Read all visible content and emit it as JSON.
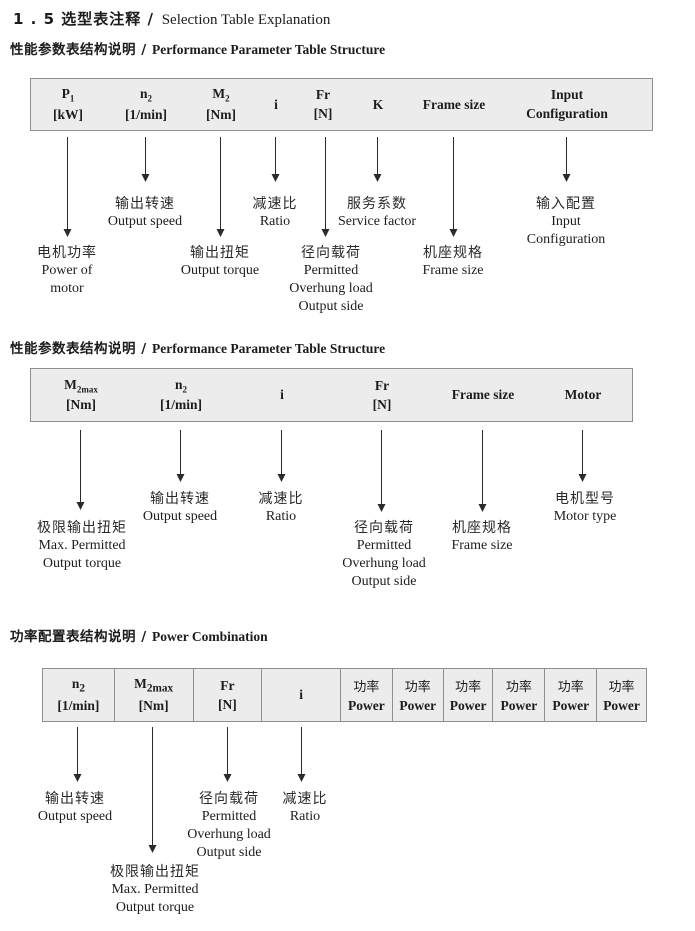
{
  "title": {
    "number_cn": "1 . 5 选型表注释 /",
    "en": "Selection Table Explanation"
  },
  "s1": {
    "heading_cn": "性能参数表结构说明 /",
    "heading_en": "Performance Parameter Table Structure",
    "columns": [
      {
        "base": "P",
        "sub": "1",
        "unit": "[kW]"
      },
      {
        "base": "n",
        "sub": "2",
        "unit": "[1/min]"
      },
      {
        "base": "M",
        "sub": "2",
        "unit": "[Nm]"
      },
      {
        "base": "i"
      },
      {
        "base": "Fr",
        "unit": "[N]"
      },
      {
        "base": "K"
      },
      {
        "base": "Frame size"
      },
      {
        "base": "Input",
        "unit": "Configuration"
      }
    ],
    "labels": [
      {
        "cn": "电机功率",
        "en1": "Power of",
        "en2": "motor"
      },
      {
        "cn": "输出转速",
        "en1": "Output speed"
      },
      {
        "cn": "输出扭矩",
        "en1": "Output torque"
      },
      {
        "cn": "减速比",
        "en1": "Ratio"
      },
      {
        "cn": "径向载荷",
        "en1": "Permitted",
        "en2": "Overhung load",
        "en3": "Output side"
      },
      {
        "cn": "服务系数",
        "en1": "Service factor"
      },
      {
        "cn": "机座规格",
        "en1": "Frame size"
      },
      {
        "cn": "输入配置",
        "en1": "Input",
        "en2": "Configuration"
      }
    ]
  },
  "s2": {
    "heading_cn": "性能参数表结构说明 /",
    "heading_en": "Performance Parameter Table Structure",
    "columns": [
      {
        "base": "M",
        "sub": "2max",
        "unit": "[Nm]"
      },
      {
        "base": "n",
        "sub": "2",
        "unit": "[1/min]"
      },
      {
        "base": "i"
      },
      {
        "base": "Fr",
        "unit": "[N]"
      },
      {
        "base": "Frame size"
      },
      {
        "base": "Motor"
      }
    ],
    "labels": [
      {
        "cn": "极限输出扭矩",
        "en1": "Max. Permitted",
        "en2": "Output  torque"
      },
      {
        "cn": "输出转速",
        "en1": "Output speed"
      },
      {
        "cn": "减速比",
        "en1": "Ratio"
      },
      {
        "cn": "径向载荷",
        "en1": "Permitted",
        "en2": "Overhung load",
        "en3": "Output side"
      },
      {
        "cn": "机座规格",
        "en1": "Frame size"
      },
      {
        "cn": "电机型号",
        "en1": "Motor type"
      }
    ]
  },
  "s3": {
    "heading_cn": "功率配置表结构说明 /",
    "heading_en": "Power Combination",
    "columns": [
      {
        "base": "n",
        "sub": "2",
        "unit": "[1/min]"
      },
      {
        "base": "M",
        "sub": "2max",
        "unit": "[Nm]"
      },
      {
        "base": "Fr",
        "unit": "[N]"
      },
      {
        "base": "i"
      }
    ],
    "power_cols": [
      {
        "cn": "功率",
        "en": "Power"
      },
      {
        "cn": "功率",
        "en": "Power"
      },
      {
        "cn": "功率",
        "en": "Power"
      },
      {
        "cn": "功率",
        "en": "Power"
      },
      {
        "cn": "功率",
        "en": "Power"
      },
      {
        "cn": "功率",
        "en": "Power"
      }
    ],
    "labels": [
      {
        "cn": "输出转速",
        "en1": "Output speed"
      },
      {
        "cn": "极限输出扭矩",
        "en1": "Max. Permitted",
        "en2": "Output  torque"
      },
      {
        "cn": "径向载荷",
        "en1": "Permitted",
        "en2": "Overhung load",
        "en3": "Output side"
      },
      {
        "cn": "减速比",
        "en1": "Ratio"
      }
    ]
  }
}
